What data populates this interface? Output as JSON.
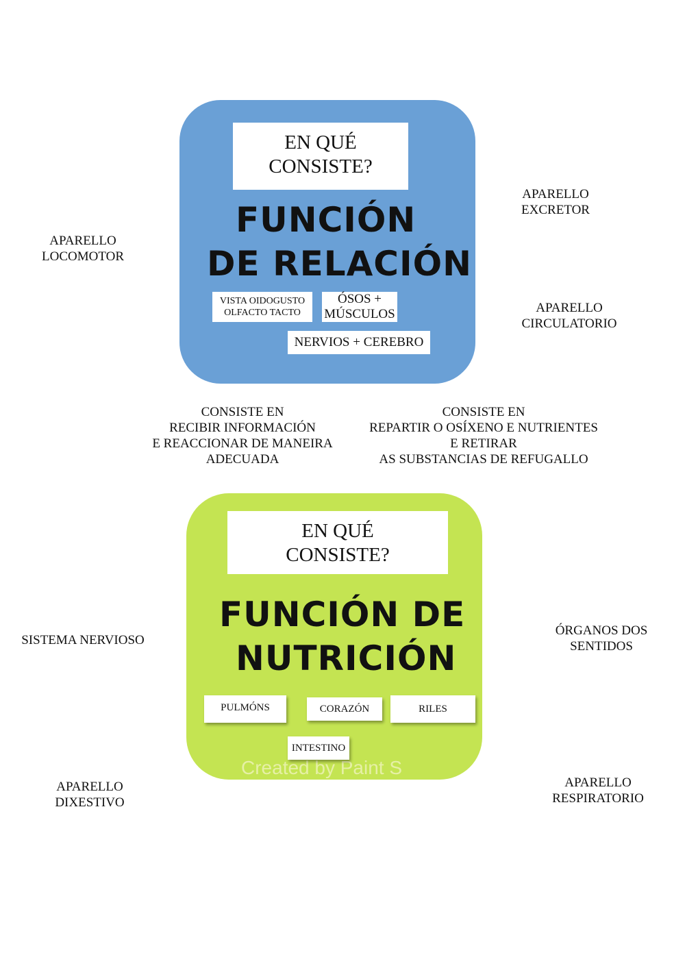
{
  "relacion": {
    "question": [
      "EN QUÉ",
      "CONSISTE?"
    ],
    "title": [
      "FUNCIÓN",
      "DE RELACIÓN"
    ],
    "chips": {
      "sentidos": [
        "VISTA OIDOGUSTO",
        "OLFACTO TACTO"
      ],
      "osos": [
        "ÓSOS +",
        "MÚSCULOS"
      ],
      "nervios": "NERVIOS + CEREBRO"
    },
    "card_color": "#6aa0d6"
  },
  "nutricion": {
    "question": [
      "EN QUÉ",
      "CONSISTE?"
    ],
    "title": [
      "FUNCIÓN DE",
      "NUTRICIÓN"
    ],
    "chips": {
      "pulmons": "PULMÓNS",
      "corazon": "CORAZÓN",
      "riles": "RILES",
      "intestino": "INTESTINO"
    },
    "watermark": "Created by Paint S",
    "card_color": "#c4e452"
  },
  "labels": {
    "locomotor": [
      "APARELLO",
      "LOCOMOTOR"
    ],
    "excretor": [
      "APARELLO",
      "EXCRETOR"
    ],
    "circulatorio": [
      "APARELLO",
      "CIRCULATORIO"
    ],
    "sistema_nervioso": "SISTEMA NERVIOSO",
    "organos_sentidos": [
      "ÓRGANOS DOS",
      "SENTIDOS"
    ],
    "dixestivo": [
      "APARELLO",
      "DIXESTIVO"
    ],
    "respiratorio": [
      "APARELLO",
      "RESPIRATORIO"
    ]
  },
  "descriptions": {
    "relacion": [
      "CONSISTE EN",
      "RECIBIR INFORMACIÓN",
      "E REACCIONAR DE MANEIRA",
      "ADECUADA"
    ],
    "nutricion": [
      "CONSISTE EN",
      "REPARTIR O OSÍXENO E NUTRIENTES",
      "E RETIRAR",
      "AS SUBSTANCIAS DE REFUGALLO"
    ]
  }
}
